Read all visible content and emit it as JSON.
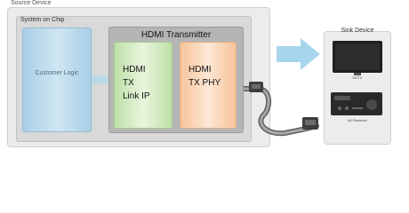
{
  "source_device": {
    "label": "Source Device"
  },
  "soc": {
    "label": "System on Chip"
  },
  "customer_logic": {
    "label": "Customer Logic"
  },
  "hdmi_transmitter": {
    "label": "HDMI Transmitter",
    "link_ip": "HDMI\nTX\nLink IP",
    "tx_phy": "HDMI\nTX PHY"
  },
  "sink_device": {
    "label": "Sink Device",
    "tv_caption": "HDTV",
    "av_caption": "AV Receiver"
  },
  "icons": [
    "arrow-right-icon",
    "hdmi-connector-icon",
    "tv-icon",
    "av-receiver-icon",
    "cable-icon"
  ],
  "colors": {
    "customer_logic": "#a9cfe6",
    "link_ip": "#bfe0a8",
    "tx_phy": "#f6c49c",
    "arrow": "#a7d6ec"
  }
}
